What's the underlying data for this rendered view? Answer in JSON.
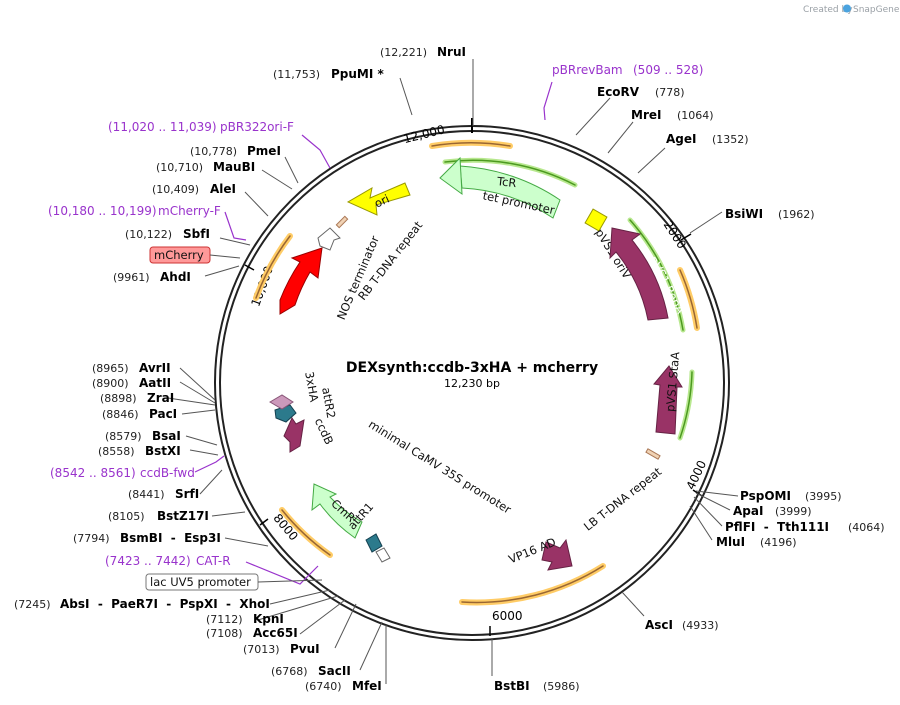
{
  "watermark": {
    "prefix": "Created by",
    "brand": "SnapGene"
  },
  "plasmid": {
    "name": "DEXsynth:ccdb-3xHA + mcherry",
    "length_label": "12,230 bp"
  },
  "tick_labels": [
    "12,000",
    "2000",
    "4000",
    "6000",
    "8000",
    "10,000"
  ],
  "enzymes": [
    {
      "name": "NruI",
      "pos": "(12,221)"
    },
    {
      "name": "PpuMI *",
      "pos": "(11,753)"
    },
    {
      "name": "EcoRV",
      "pos": "(778)"
    },
    {
      "name": "MreI",
      "pos": "(1064)"
    },
    {
      "name": "AgeI",
      "pos": "(1352)"
    },
    {
      "name": "PmeI",
      "pos": "(10,778)"
    },
    {
      "name": "MauBI",
      "pos": "(10,710)"
    },
    {
      "name": "AleI",
      "pos": "(10,409)"
    },
    {
      "name": "SbfI",
      "pos": "(10,122)"
    },
    {
      "name": "AhdI",
      "pos": "(9961)"
    },
    {
      "name": "BsiWI",
      "pos": "(1962)"
    },
    {
      "name": "AvrII",
      "pos": "(8965)"
    },
    {
      "name": "AatII",
      "pos": "(8900)"
    },
    {
      "name": "ZraI",
      "pos": "(8898)"
    },
    {
      "name": "PacI",
      "pos": "(8846)"
    },
    {
      "name": "BsaI",
      "pos": "(8579)"
    },
    {
      "name": "BstXI",
      "pos": "(8558)"
    },
    {
      "name": "SrfI",
      "pos": "(8441)"
    },
    {
      "name": "BstZ17I",
      "pos": "(8105)"
    },
    {
      "name": "BsmBI  -  Esp3I",
      "pos": "(7794)"
    },
    {
      "name": "AbsI  -  PaeR7I  -  PspXI  -  XhoI",
      "pos": "(7245)"
    },
    {
      "name": "KpnI",
      "pos": "(7112)"
    },
    {
      "name": "Acc65I",
      "pos": "(7108)"
    },
    {
      "name": "PvuI",
      "pos": "(7013)"
    },
    {
      "name": "SacII",
      "pos": "(6768)"
    },
    {
      "name": "MfeI",
      "pos": "(6740)"
    },
    {
      "name": "BstBI",
      "pos": "(5986)"
    },
    {
      "name": "AscI",
      "pos": "(4933)"
    },
    {
      "name": "PspOMI",
      "pos": "(3995)"
    },
    {
      "name": "ApaI",
      "pos": "(3999)"
    },
    {
      "name": "PflFI  -  Tth111I",
      "pos": "(4064)"
    },
    {
      "name": "MluI",
      "pos": "(4196)"
    }
  ],
  "primers": [
    {
      "name": "pBRrevBam",
      "range": "(509 .. 528)"
    },
    {
      "name": "pBR322ori-F",
      "range": "(11,020 .. 11,039)"
    },
    {
      "name": "mCherry-F",
      "range": "(10,180 .. 10,199)"
    },
    {
      "name": "ccdB-fwd",
      "range": "(8542 .. 8561)"
    },
    {
      "name": "CAT-R",
      "range": "(7423 .. 7442)"
    }
  ],
  "boxed_labels": {
    "mcherry": "mCherry",
    "lacuv5": "lac UV5 promoter"
  },
  "features": {
    "tcr": "TcR",
    "tet_promoter": "tet promoter",
    "ori": "ori",
    "pvs1_oriv": "pVS1 oriV",
    "pvs1_repa": "pVS1 RepA",
    "pvs1_staa": "pVS1 StaA",
    "lb_repeat": "LB T-DNA repeat",
    "vp16": "VP16 AD",
    "camv": "minimal CaMV 35S promoter",
    "cmr": "CmR",
    "attr1": "attR1",
    "attr2": "attR2",
    "ccdb": "ccdB",
    "ha": "3xHA",
    "nos": "NOS terminator",
    "rb_repeat": "RB T-DNA repeat"
  },
  "colors": {
    "primer": "#9933cc",
    "tcr": "#ccffcc",
    "ori": "#ffff00",
    "repa": "#993366",
    "nos": "#ff0000",
    "mcherry_box": "#ff9999",
    "orf_arc": "#ffcc66",
    "green_arc": "#66cc33"
  }
}
